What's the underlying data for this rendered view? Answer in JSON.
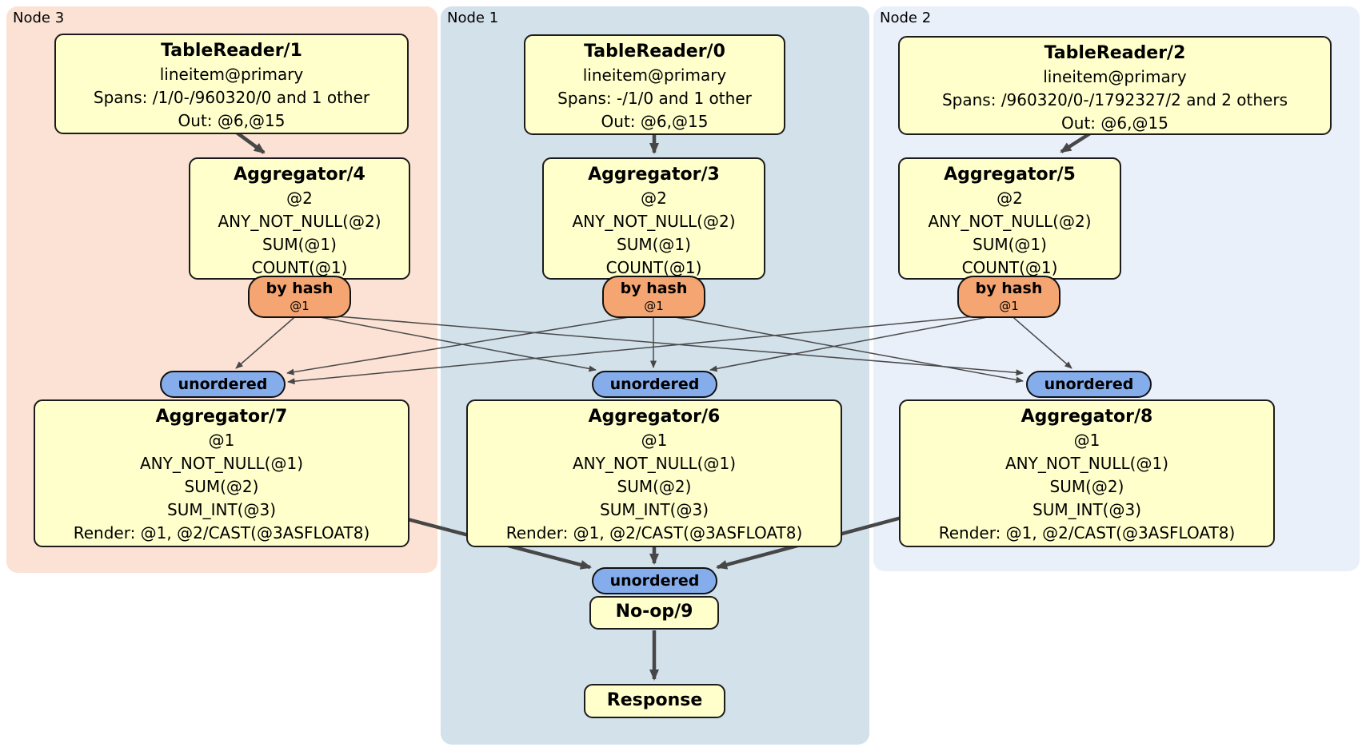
{
  "node_groups": {
    "node3": {
      "label": "Node 3"
    },
    "node1": {
      "label": "Node 1"
    },
    "node2": {
      "label": "Node 2"
    }
  },
  "processors": {
    "tablereader1": {
      "title": "TableReader/1",
      "lines": [
        "lineitem@primary",
        "Spans: /1/0-/960320/0 and 1 other",
        "Out: @6,@15"
      ]
    },
    "tablereader0": {
      "title": "TableReader/0",
      "lines": [
        "lineitem@primary",
        "Spans: -/1/0 and 1 other",
        "Out: @6,@15"
      ]
    },
    "tablereader2": {
      "title": "TableReader/2",
      "lines": [
        "lineitem@primary",
        "Spans: /960320/0-/1792327/2 and 2 others",
        "Out: @6,@15"
      ]
    },
    "aggregator4": {
      "title": "Aggregator/4",
      "lines": [
        "@2",
        "ANY_NOT_NULL(@2)",
        "SUM(@1)",
        "COUNT(@1)"
      ]
    },
    "aggregator3": {
      "title": "Aggregator/3",
      "lines": [
        "@2",
        "ANY_NOT_NULL(@2)",
        "SUM(@1)",
        "COUNT(@1)"
      ]
    },
    "aggregator5": {
      "title": "Aggregator/5",
      "lines": [
        "@2",
        "ANY_NOT_NULL(@2)",
        "SUM(@1)",
        "COUNT(@1)"
      ]
    },
    "aggregator7": {
      "title": "Aggregator/7",
      "lines": [
        "@1",
        "ANY_NOT_NULL(@1)",
        "SUM(@2)",
        "SUM_INT(@3)",
        "Render: @1, @2/CAST(@3ASFLOAT8)"
      ]
    },
    "aggregator6": {
      "title": "Aggregator/6",
      "lines": [
        "@1",
        "ANY_NOT_NULL(@1)",
        "SUM(@2)",
        "SUM_INT(@3)",
        "Render: @1, @2/CAST(@3ASFLOAT8)"
      ]
    },
    "aggregator8": {
      "title": "Aggregator/8",
      "lines": [
        "@1",
        "ANY_NOT_NULL(@1)",
        "SUM(@2)",
        "SUM_INT(@3)",
        "Render: @1, @2/CAST(@3ASFLOAT8)"
      ]
    },
    "noop9": {
      "title": "No-op/9"
    },
    "response": {
      "title": "Response"
    }
  },
  "router": {
    "label": "by hash",
    "detail": "@1"
  },
  "stream": {
    "label": "unordered"
  },
  "colors": {
    "node3_bg": "#fce2d4",
    "node1_bg": "#d3e1eb",
    "node2_bg": "#eaf0fa",
    "processor_bg": "#ffffcc",
    "router_bg": "#f5a571",
    "stream_bg": "#85adec",
    "edge": "#474747"
  }
}
